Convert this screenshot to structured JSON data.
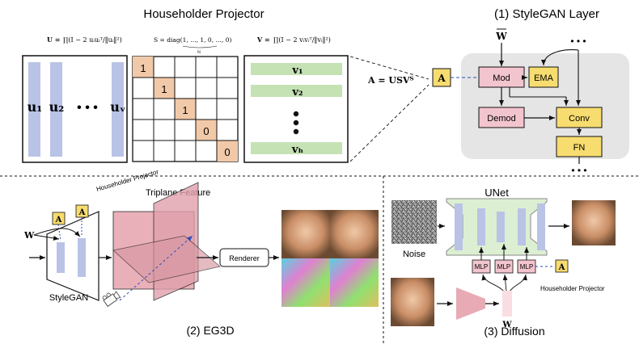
{
  "top": {
    "title": "Householder Projector",
    "eq_u_lhs": "U =",
    "eq_u_rhs": "∏(I − 2 uᵢuᵢᵀ/‖uᵢ‖²)",
    "eq_s": "S = diag(1, …, 1, 0, …, 0)",
    "eq_s_under": "N",
    "eq_v_lhs": "V =",
    "eq_v_rhs": "∏(I − 2 vᵢvᵢᵀ/‖vᵢ‖²)",
    "u_labels": [
      "u₁",
      "u₂",
      "uᵥ"
    ],
    "u_ellipsis": "• • •",
    "diag_values": [
      "1",
      "1",
      "1",
      "0",
      "0"
    ],
    "v_labels": [
      "v₁",
      "v₂",
      "vₕ"
    ],
    "v_ellipsis": "⋮"
  },
  "stylegan_layer": {
    "title": "(1) StyleGAN Layer",
    "svd_eq": "A = USVᵀ",
    "a_box": "A",
    "w_label": "W",
    "top_dots": "• • •",
    "bottom_dots": "• • •",
    "blocks": {
      "mod": "Mod",
      "ema": "EMA",
      "demod": "Demod",
      "conv": "Conv",
      "fn": "FN"
    }
  },
  "eg3d": {
    "title": "(2) EG3D",
    "householder": "Householder Projector",
    "a_box1": "A",
    "a_box2": "A",
    "w_label": "W",
    "stylegan": "StyleGAN",
    "triplane": "Triplane Feature",
    "renderer": "Renderer"
  },
  "diffusion": {
    "title": "(3) Diffusion",
    "unet": "UNet",
    "noise": "Noise",
    "mlp_labels": [
      "MLP",
      "MLP",
      "MLP"
    ],
    "a_box": "A",
    "householder": "Householder Projector",
    "w_label": "W"
  },
  "colors": {
    "blue_bar": "#b9c3e6",
    "green_bar": "#c5e2b4",
    "diag_cell": "#f2c9a8",
    "yellow": "#f7dc6f",
    "pink": "#f2c4ce",
    "gray_panel": "#e5e5e5",
    "unet_fill": "#dcefd2",
    "pink_plane": "#e8aab4"
  }
}
